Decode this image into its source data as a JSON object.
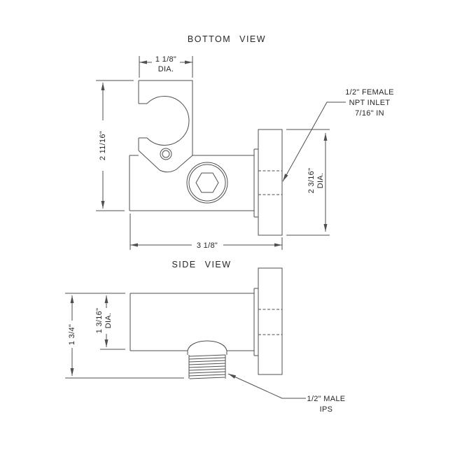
{
  "colors": {
    "line": "#4f4f4f",
    "text": "#262626",
    "background": "#ffffff"
  },
  "bottom_view": {
    "title": "BOTTOM VIEW",
    "dim_holder_dia": {
      "value": "1 1/8\"",
      "suffix": "DIA."
    },
    "dim_height": {
      "value": "2 11/16\""
    },
    "dim_width": {
      "value": "3 1/8\""
    },
    "dim_flange_dia": {
      "value": "2 3/16\"",
      "suffix": "DIA."
    },
    "label_inlet": {
      "line1": "1/2\" FEMALE",
      "line2": "NPT INLET",
      "line3": "7/16\" IN"
    }
  },
  "side_view": {
    "title": "SIDE VIEW",
    "dim_overall": {
      "value": "1 3/4\""
    },
    "dim_body_dia": {
      "value": "1 3/16\"",
      "suffix": "DIA."
    },
    "label_outlet": {
      "line1": "1/2\" MALE",
      "line2": "IPS"
    }
  }
}
